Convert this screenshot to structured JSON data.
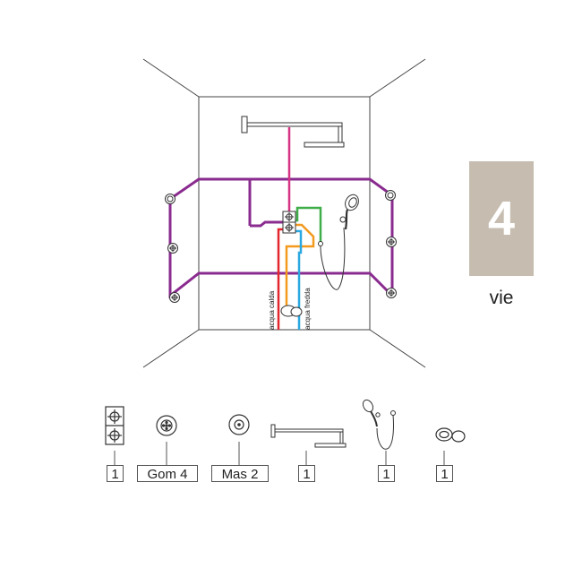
{
  "badge": {
    "number": "4",
    "label": "vie"
  },
  "pipe_labels": {
    "hot": "acqua calda",
    "cold": "acqua fredda"
  },
  "colors": {
    "hot_water": "#e3262e",
    "cold_water": "#2aa8e0",
    "mixed_water": "#f39a1e",
    "shower_feed": "#d63384",
    "handshower_feed": "#3fae49",
    "jets_loop": "#8a2b8f",
    "badge": "#c6bdb0"
  },
  "components": [
    {
      "icon": "double-valve",
      "quantity": "1"
    },
    {
      "icon": "body-jet",
      "quantity": "Gom 4"
    },
    {
      "icon": "body-jet-round",
      "quantity": "Mas 2"
    },
    {
      "icon": "overhead-shower",
      "quantity": "1"
    },
    {
      "icon": "hand-shower",
      "quantity": "1"
    },
    {
      "icon": "wall-outlet",
      "quantity": "1"
    }
  ]
}
